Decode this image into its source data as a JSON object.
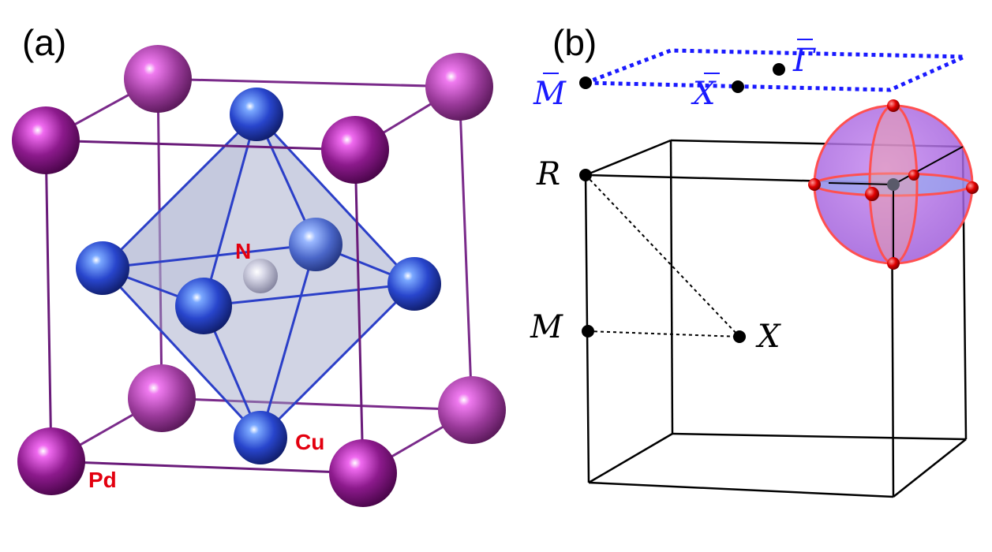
{
  "panels": {
    "a": {
      "label": "(a)"
    },
    "b": {
      "label": "(b)"
    }
  },
  "atoms": {
    "nitrogen": "N",
    "copper": "Cu",
    "palladium": "Pd"
  },
  "kpoints": {
    "R": "R",
    "M": "M",
    "X": "X",
    "M_bar": "M",
    "X_bar": "X",
    "Gamma_bar": "Γ"
  },
  "colors": {
    "palladium": "#7a0a7a",
    "copper": "#1f3cc4",
    "nitrogen": "#c8c8d8",
    "cell_edge": "#6a1b7a",
    "octahedron_edge": "#2b3fc8",
    "surface_bz": "#1a1aff",
    "label_red": "#e3000f",
    "sphere_fill": "#b766e6",
    "sphere_edge": "#ff4444"
  }
}
